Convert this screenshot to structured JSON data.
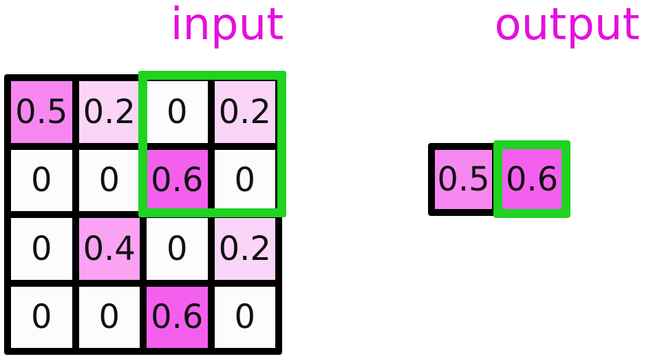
{
  "titles": {
    "input": "input",
    "output": "output"
  },
  "colors": {
    "title_magenta": "#e50fdc",
    "highlight_green": "#1fd320",
    "grid_border_black": "#000000",
    "value_text_black": "#111111",
    "value_fills": {
      "0": "#fefbfe",
      "0.2": "#fad5f7",
      "0.4": "#f9a3f2",
      "0.5": "#f787f0",
      "0.6": "#f55fee"
    }
  },
  "input_grid": {
    "rows": 4,
    "cols": 4,
    "values": [
      [
        "0.5",
        "0.2",
        "0",
        "0.2"
      ],
      [
        "0",
        "0",
        "0.6",
        "0"
      ],
      [
        "0",
        "0.4",
        "0",
        "0.2"
      ],
      [
        "0",
        "0",
        "0.6",
        "0"
      ]
    ],
    "highlight_window": {
      "row_start": 1,
      "row_end": 2,
      "col_start": 3,
      "col_end": 4
    }
  },
  "output": {
    "cells": [
      {
        "value": "0.5",
        "highlighted": false
      },
      {
        "value": "0.6",
        "highlighted": true
      }
    ]
  },
  "chart_data": {
    "type": "heatmap",
    "title": "input",
    "matrix": [
      [
        0.5,
        0.2,
        0.0,
        0.2
      ],
      [
        0.0,
        0.0,
        0.6,
        0.0
      ],
      [
        0.0,
        0.4,
        0.0,
        0.2
      ],
      [
        0.0,
        0.0,
        0.6,
        0.0
      ]
    ],
    "output_title": "output",
    "output_values": [
      0.5,
      0.6
    ],
    "color_scale": {
      "low": "#ffffff",
      "high": "#ff00ff"
    }
  }
}
